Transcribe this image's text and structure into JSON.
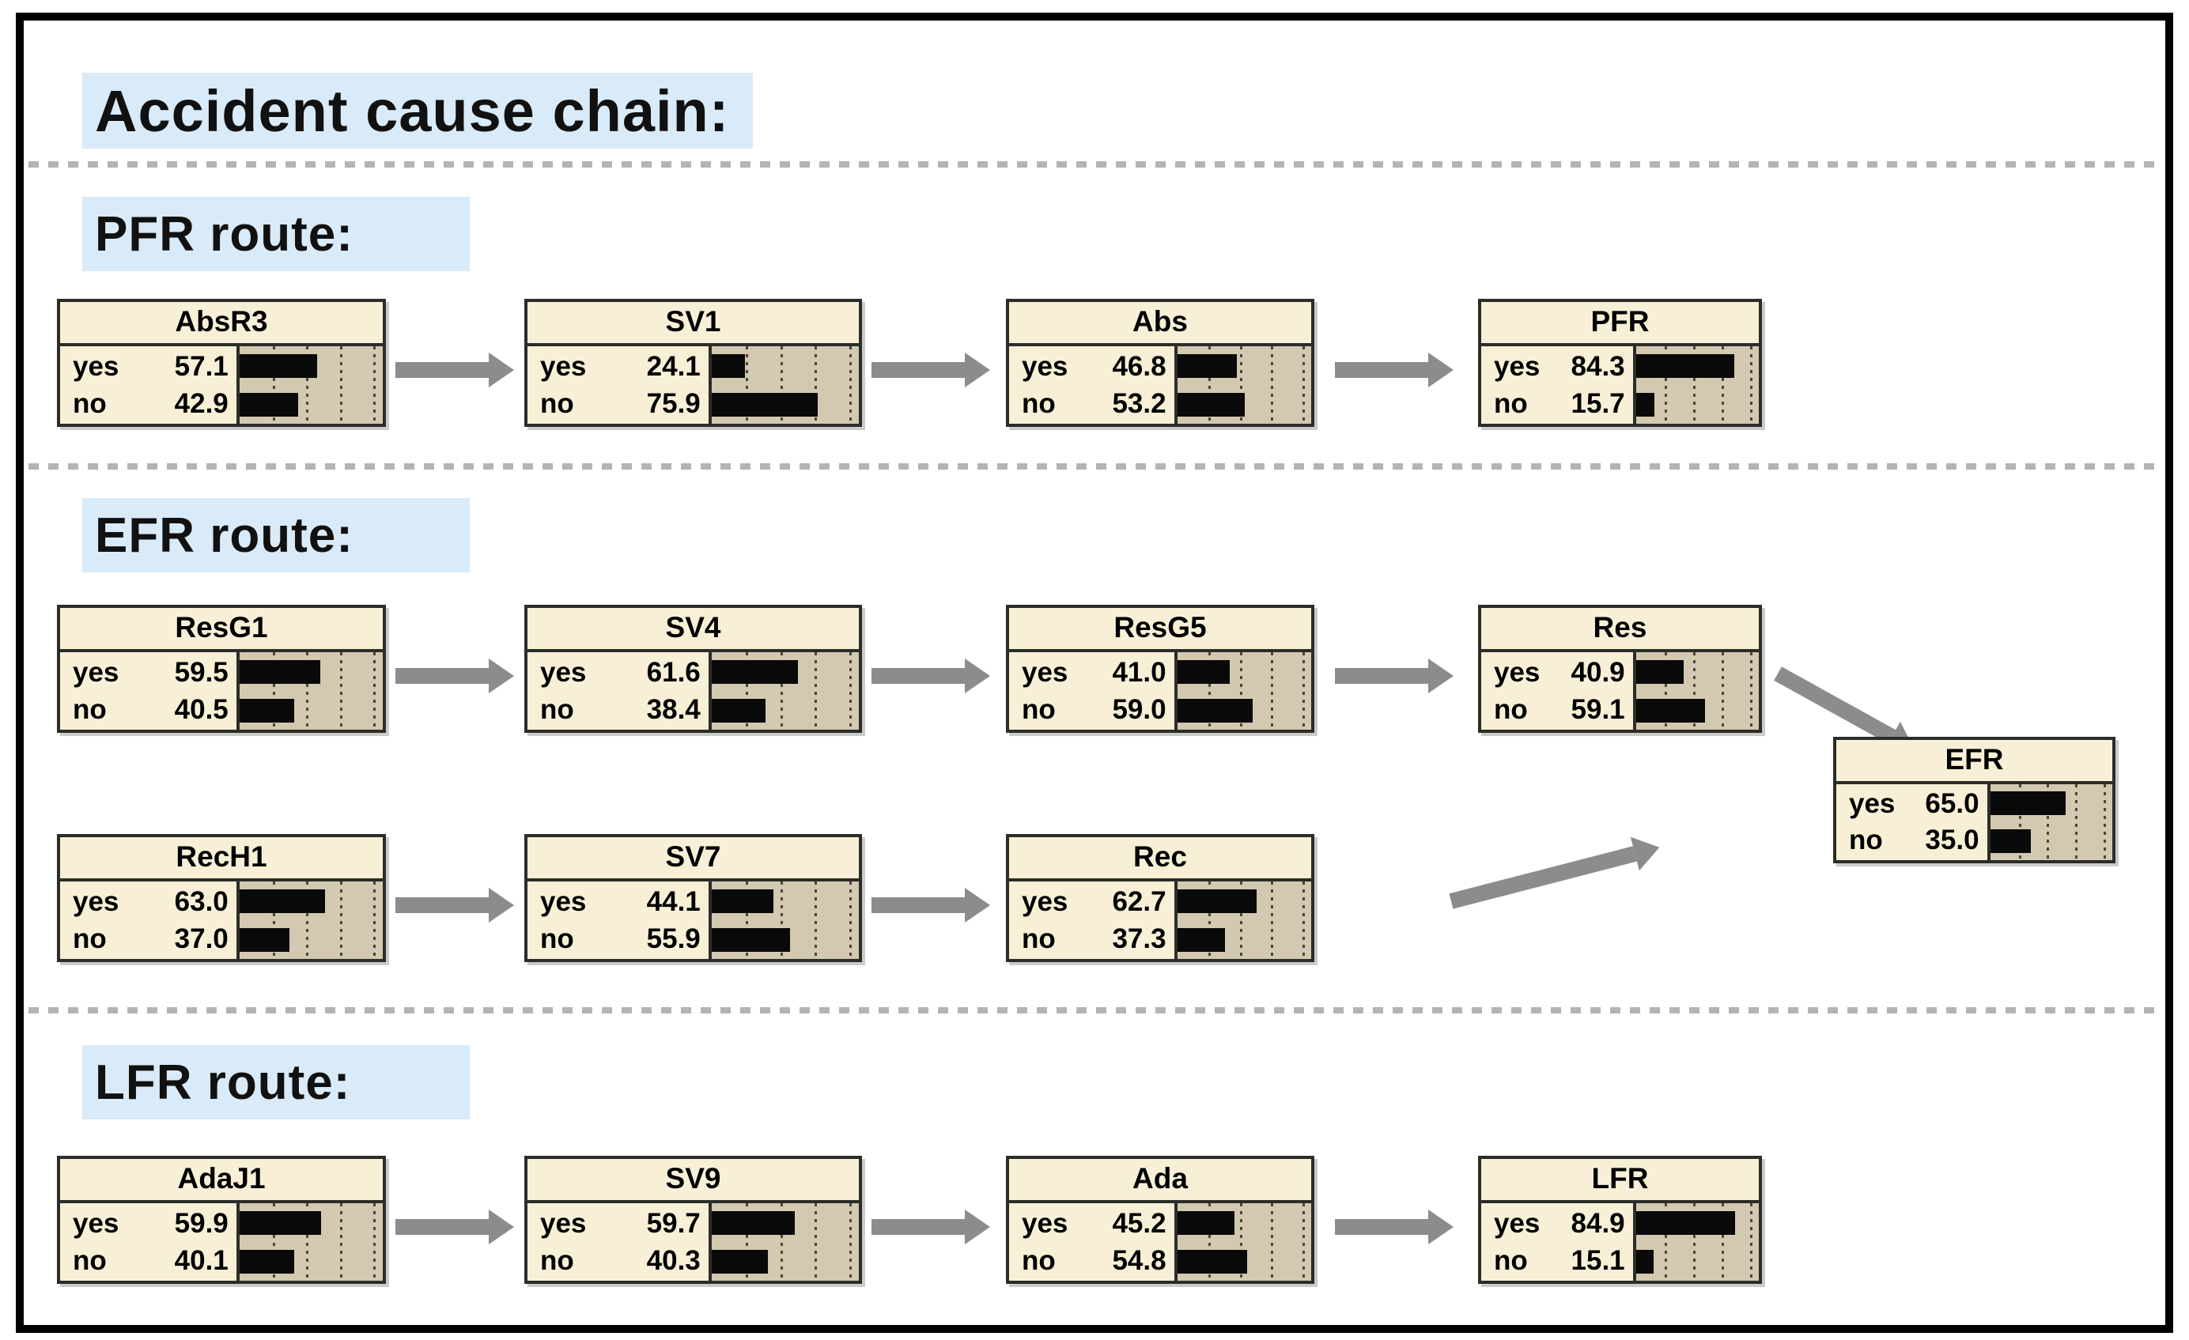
{
  "title": "Accident cause chain:",
  "routes": {
    "pfr": {
      "label": "PFR route:"
    },
    "efr": {
      "label": "EFR route:"
    },
    "lfr": {
      "label": "LFR route:"
    }
  },
  "states": {
    "yes": "yes",
    "no": "no"
  },
  "nodes": {
    "AbsR3": {
      "title": "AbsR3",
      "yes": "57.1",
      "no": "42.9"
    },
    "SV1": {
      "title": "SV1",
      "yes": "24.1",
      "no": "75.9"
    },
    "Abs": {
      "title": "Abs",
      "yes": "46.8",
      "no": "53.2"
    },
    "PFR": {
      "title": "PFR",
      "yes": "84.3",
      "no": "15.7"
    },
    "ResG1": {
      "title": "ResG1",
      "yes": "59.5",
      "no": "40.5"
    },
    "SV4": {
      "title": "SV4",
      "yes": "61.6",
      "no": "38.4"
    },
    "ResG5": {
      "title": "ResG5",
      "yes": "41.0",
      "no": "59.0"
    },
    "Res": {
      "title": "Res",
      "yes": "40.9",
      "no": "59.1"
    },
    "EFR": {
      "title": "EFR",
      "yes": "65.0",
      "no": "35.0"
    },
    "RecH1": {
      "title": "RecH1",
      "yes": "63.0",
      "no": "37.0"
    },
    "SV7": {
      "title": "SV7",
      "yes": "44.1",
      "no": "55.9"
    },
    "Rec": {
      "title": "Rec",
      "yes": "62.7",
      "no": "37.3"
    },
    "AdaJ1": {
      "title": "AdaJ1",
      "yes": "59.9",
      "no": "40.1"
    },
    "SV9": {
      "title": "SV9",
      "yes": "59.7",
      "no": "40.3"
    },
    "Ada": {
      "title": "Ada",
      "yes": "45.2",
      "no": "54.8"
    },
    "LFR": {
      "title": "LFR",
      "yes": "84.9",
      "no": "15.1"
    }
  },
  "edges": [
    {
      "from": "AbsR3",
      "to": "SV1"
    },
    {
      "from": "SV1",
      "to": "Abs"
    },
    {
      "from": "Abs",
      "to": "PFR"
    },
    {
      "from": "ResG1",
      "to": "SV4"
    },
    {
      "from": "SV4",
      "to": "ResG5"
    },
    {
      "from": "ResG5",
      "to": "Res"
    },
    {
      "from": "Res",
      "to": "EFR"
    },
    {
      "from": "RecH1",
      "to": "SV7"
    },
    {
      "from": "SV7",
      "to": "Rec"
    },
    {
      "from": "Rec",
      "to": "EFR"
    },
    {
      "from": "AdaJ1",
      "to": "SV9"
    },
    {
      "from": "SV9",
      "to": "Ada"
    },
    {
      "from": "Ada",
      "to": "LFR"
    }
  ],
  "colors": {
    "highlight_blue": "#d9eaf8",
    "node_fill": "#f7f0d6",
    "bar_track": "#d2c9b0",
    "bar": "#0a0a0a",
    "node_border": "#2c2c28",
    "arrow_gray": "#8c8c8c",
    "separator_gray": "#b4b4b4",
    "frame_black": "#000000"
  }
}
